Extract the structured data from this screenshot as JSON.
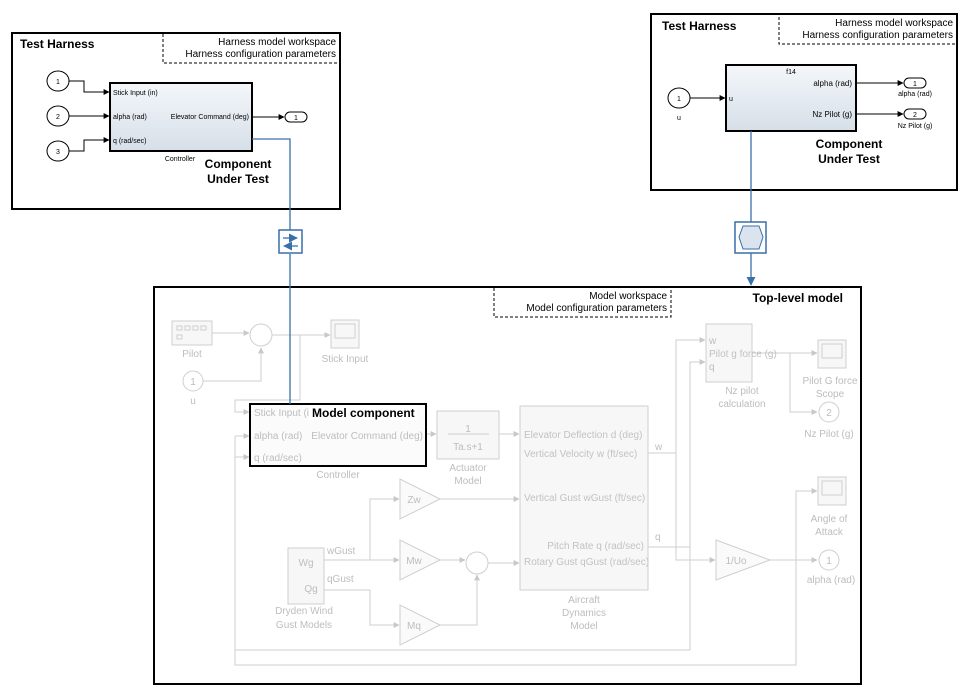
{
  "left_harness": {
    "title": "Test Harness",
    "workspace_note": "Harness model workspace",
    "config_note": "Harness configuration parameters",
    "inports": [
      "1",
      "2",
      "3"
    ],
    "block_ports_in": [
      "Stick Input (in)",
      "alpha (rad)",
      "q (rad/sec)"
    ],
    "block_port_out": "Elevator Command (deg)",
    "block_caption": "Controller",
    "outport": "1",
    "cut_label_line1": "Component",
    "cut_label_line2": "Under Test"
  },
  "right_harness": {
    "title": "Test Harness",
    "workspace_note": "Harness model workspace",
    "config_note": "Harness configuration parameters",
    "block_name": "f14",
    "inport": "1",
    "inport_caption": "u",
    "block_port_in": "u",
    "block_ports_out": [
      "alpha (rad)",
      "Nz Pilot (g)"
    ],
    "outports": [
      "1",
      "2"
    ],
    "outport_captions": [
      "alpha (rad)",
      "Nz Pilot (g)"
    ],
    "cut_label_line1": "Component",
    "cut_label_line2": "Under Test"
  },
  "top_model": {
    "title": "Top-level model",
    "workspace_note": "Model workspace",
    "config_note": "Model configuration parameters",
    "highlight_label": "Model component",
    "blocks": {
      "pilot": "Pilot",
      "stick_input": "Stick Input",
      "u_inport": "1",
      "u_caption": "u",
      "controller_ports_in": [
        "Stick Input (in)",
        "alpha (rad)",
        "q (rad/sec)"
      ],
      "controller_port_out": "Elevator Command (deg)",
      "controller_caption": "Controller",
      "actuator_num": "1",
      "actuator_den": "Ta.s+1",
      "actuator_caption_1": "Actuator",
      "actuator_caption_2": "Model",
      "aircraft_ports_in": [
        "Elevator Deflection d (deg)",
        "Vertical Velocity w (ft/sec)",
        "Vertical Gust wGust (ft/sec)",
        "Pitch Rate q (rad/sec)",
        "Rotary Gust qGust (rad/sec)"
      ],
      "aircraft_caption_1": "Aircraft",
      "aircraft_caption_2": "Dynamics",
      "aircraft_caption_3": "Model",
      "aircraft_out_w": "w",
      "aircraft_out_q": "q",
      "zw": "Zw",
      "mw": "Mw",
      "mq": "Mq",
      "dryden_wg": "Wg",
      "dryden_qg": "Qg",
      "dryden_out_w": "wGust",
      "dryden_out_q": "qGust",
      "dryden_caption_1": "Dryden Wind",
      "dryden_caption_2": "Gust Models",
      "nz_in_w": "w",
      "nz_port": "Pilot g force (g)",
      "nz_in_q": "q",
      "nz_caption_1": "Nz pilot",
      "nz_caption_2": "calculation",
      "scope_g_1": "Pilot G force",
      "scope_g_2": "Scope",
      "nz_outport": "2",
      "nz_outport_caption": "Nz Pilot (g)",
      "aoa_scope_1": "Angle of",
      "aoa_scope_2": "Attack",
      "gain_uo": "1/Uo",
      "alpha_outport": "1",
      "alpha_outport_caption": "alpha (rad)"
    }
  },
  "colors": {
    "link_blue": "#3a6fa8",
    "block_fill": "#dde5ee",
    "faint": "#c8c8c8"
  }
}
